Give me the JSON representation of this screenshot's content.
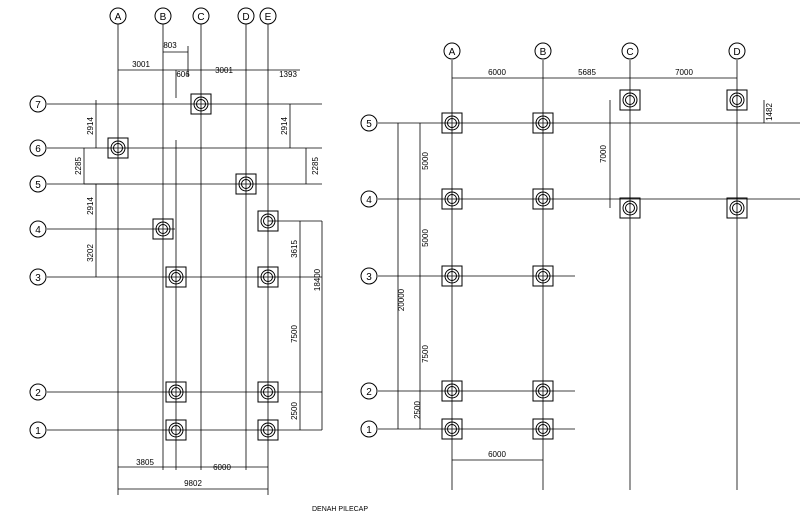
{
  "left_plan": {
    "columns": [
      "A",
      "B",
      "C",
      "D",
      "E"
    ],
    "rows": [
      "7",
      "6",
      "5",
      "4",
      "3",
      "2",
      "1"
    ],
    "dims": {
      "d803": "803",
      "d606": "606",
      "d3001a": "3001",
      "d3001b": "3001",
      "d1393": "1393",
      "d2914a": "2914",
      "d2285a": "2285",
      "d2914b": "2914",
      "d3202": "3202",
      "d2914r": "2914",
      "d2285r": "2285",
      "d3615": "3615",
      "d18400": "18400",
      "d7500": "7500",
      "d2500": "2500",
      "d3805": "3805",
      "d6000": "6000",
      "d9802": "9802"
    }
  },
  "right_plan": {
    "columns": [
      "A",
      "B",
      "C",
      "D"
    ],
    "rows": [
      "5",
      "4",
      "3",
      "2",
      "1"
    ],
    "dims": {
      "d6000top": "6000",
      "d5685": "5685",
      "d7000top": "7000",
      "d1482": "1482",
      "d7000v": "7000",
      "d5000a": "5000",
      "d5000b": "5000",
      "d20000": "20000",
      "d7500": "7500",
      "d2500": "2500",
      "d6000bot": "6000"
    }
  },
  "caption": "DENAH PILECAP"
}
